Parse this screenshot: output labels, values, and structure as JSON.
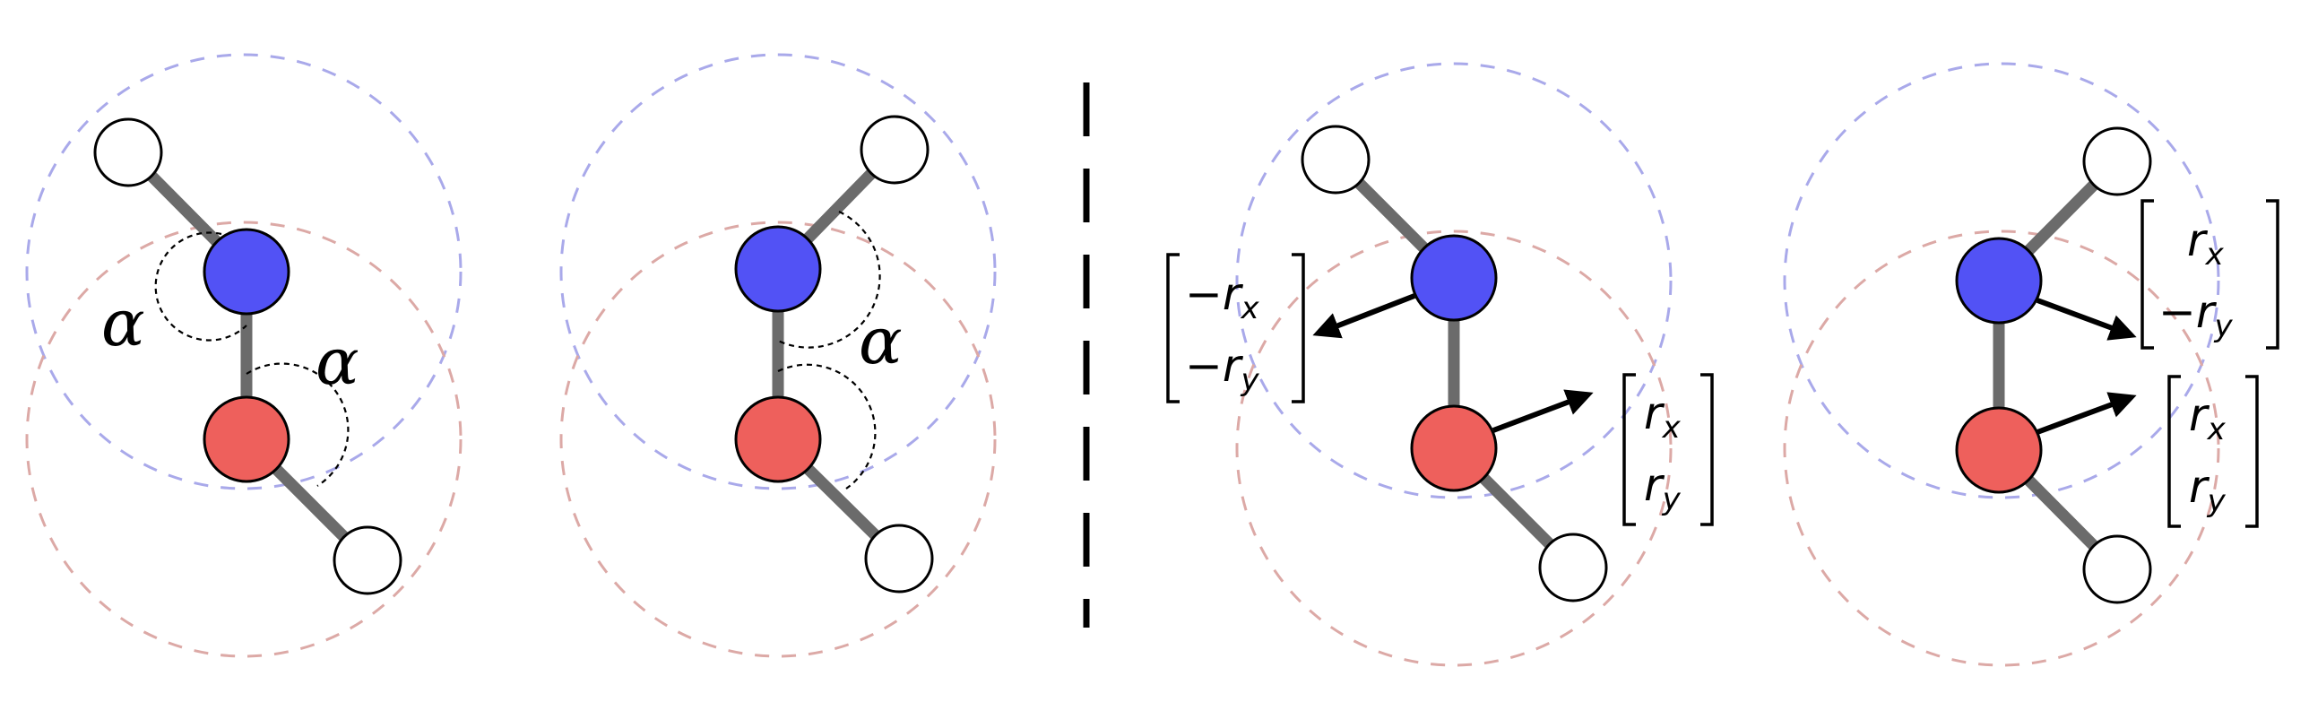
{
  "colors": {
    "donor_atom": "#5252f5",
    "acceptor_atom": "#ee605c",
    "hydrogen_atom": "#ffffff",
    "bond": "#6b6b6b",
    "donor_cutoff": "#a9a9ea",
    "acceptor_cutoff": "#dca9a6"
  },
  "angle_label": "α",
  "vectors": {
    "minus_x": {
      "sign": "−",
      "base": "r",
      "sub": "x"
    },
    "minus_y": {
      "sign": "−",
      "base": "r",
      "sub": "y"
    },
    "plus_x": {
      "sign": "",
      "base": "r",
      "sub": "x"
    },
    "plus_y": {
      "sign": "",
      "base": "r",
      "sub": "y"
    }
  }
}
